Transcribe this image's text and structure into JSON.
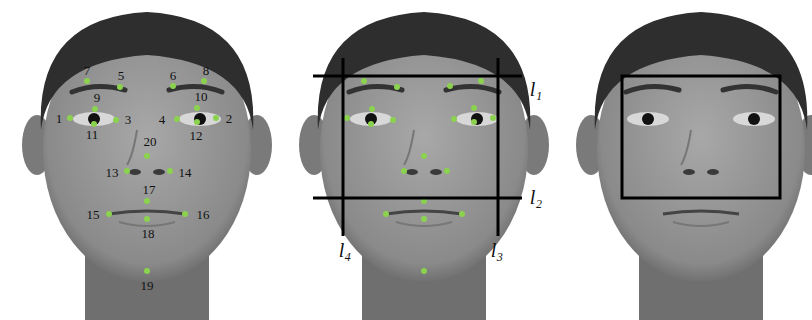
{
  "diagram": {
    "labels": [
      "7",
      "5",
      "6",
      "8",
      "9",
      "10",
      "1",
      "11",
      "3",
      "4",
      "12",
      "2",
      "20",
      "13",
      "14",
      "17",
      "15",
      "16",
      "18",
      "19",
      "l₁",
      "l₂",
      "l₄",
      "l₃"
    ]
  }
}
